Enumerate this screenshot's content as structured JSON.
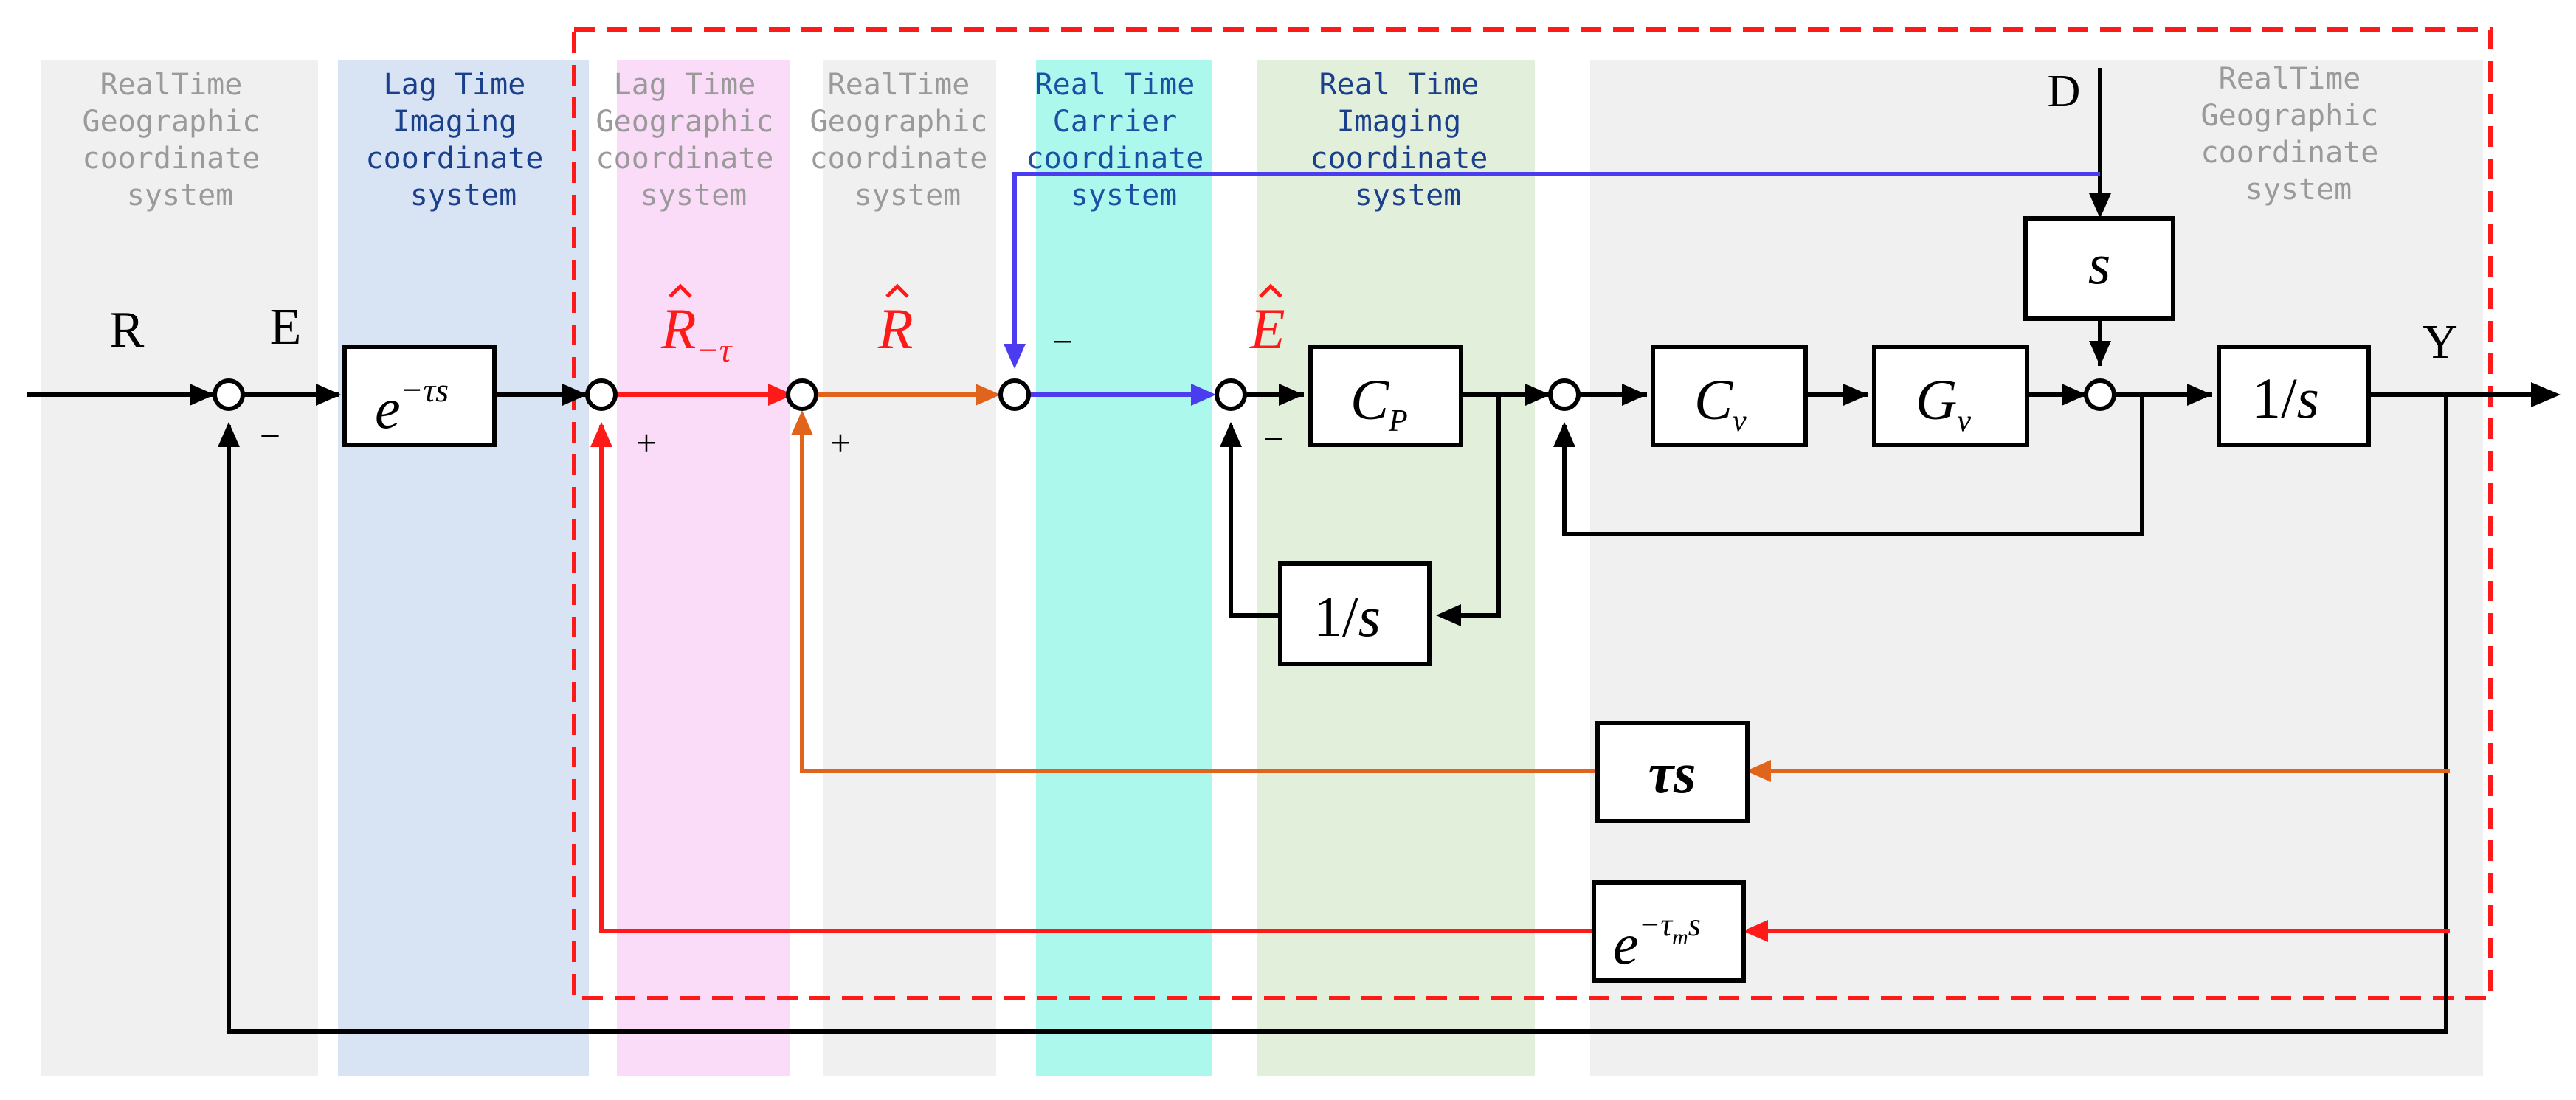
{
  "colors": {
    "black": "#000000",
    "red": "#ff1a1a",
    "orange": "#e0641c",
    "blue": "#4b3cf0",
    "band_gray": "#f0f0f0",
    "band_blue": "#d8e4f3",
    "band_pink": "#fbdcf8",
    "band_cyan": "#adf8ec",
    "band_green": "#e1efdb",
    "label_gray": "#9a9a9a",
    "label_blue": "#1a3f8c",
    "label_cyan_text": "#1d4fa5"
  },
  "bands": [
    {
      "id": "b1",
      "lines": [
        "RealTime",
        "Geographic",
        "coordinate",
        "system"
      ]
    },
    {
      "id": "b2",
      "lines": [
        "Lag Time",
        "Imaging",
        "coordinate",
        "system"
      ]
    },
    {
      "id": "b3",
      "lines": [
        "Lag Time",
        "Geographic",
        "coordinate",
        "system"
      ]
    },
    {
      "id": "b4",
      "lines": [
        "RealTime",
        "Geographic",
        "coordinate",
        "system"
      ]
    },
    {
      "id": "b5",
      "lines": [
        "Real Time",
        "Carrier",
        "coordinate",
        "system"
      ]
    },
    {
      "id": "b6",
      "lines": [
        "Real Time",
        "Imaging",
        "coordinate",
        "system"
      ]
    },
    {
      "id": "b7",
      "lines": [
        "RealTime",
        "Geographic",
        "coordinate",
        "system"
      ]
    }
  ],
  "signals": {
    "R": "R",
    "E": "E",
    "Y": "Y",
    "D": "D",
    "R_hat_minus_tau": {
      "base": "R",
      "sub": "−τ"
    },
    "R_hat": "R",
    "E_hat": "E"
  },
  "blocks": {
    "delay": {
      "base": "e",
      "sup": "−τs"
    },
    "Cp": {
      "base": "C",
      "sub": "P"
    },
    "Cv": {
      "base": "C",
      "sub": "v"
    },
    "Gv": {
      "base": "G",
      "sub": "v"
    },
    "s": "s",
    "integrator_main": {
      "num": "1",
      "slash": "/",
      "var": "s"
    },
    "integrator_inner": {
      "num": "1",
      "slash": "/",
      "var": "s"
    },
    "tau_s": "τs",
    "meas_delay": {
      "base": "e",
      "sup": "−τ",
      "supsub": "m",
      "supend": "s"
    }
  },
  "signs": {
    "sj1_bottom": "−",
    "sj2_bottom": "+",
    "sj3_bottom": "+",
    "sj4_top": "−",
    "sj5_bottom": "−"
  }
}
